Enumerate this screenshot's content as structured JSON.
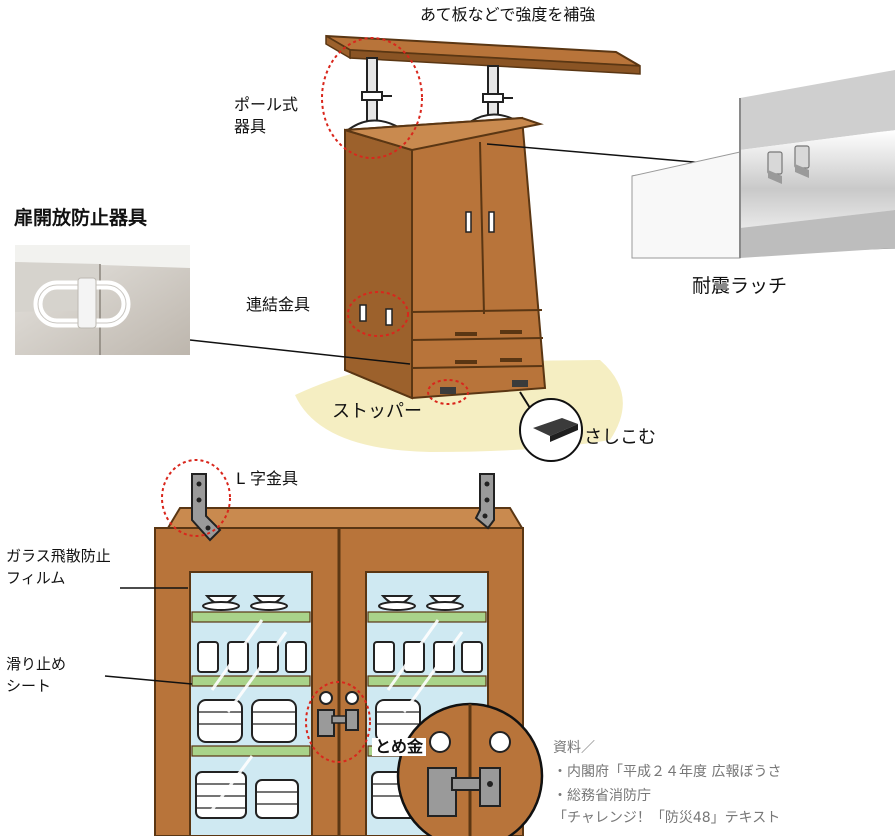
{
  "labels": {
    "reinforce": "あて板などで強度を補強",
    "pole_line1": "ポール式",
    "pole_line2": "器具",
    "door_stopper": "扉開放防止器具",
    "connector": "連結金具",
    "stopper": "ストッパー",
    "insert": "さしこむ",
    "latch": "耐震ラッチ",
    "l_bracket": "L 字金具",
    "glass_film_line1": "ガラス飛散防止",
    "glass_film_line2": "フィルム",
    "anti_slip_line1": "滑り止め",
    "anti_slip_line2": "シート",
    "clasp": "とめ金"
  },
  "source": {
    "heading": "資料／",
    "line1": "・内閣府「平成２４年度 広報ぼうさ",
    "line2": "・総務省消防庁",
    "line3": "「チャレンジ！「防災48」テキスト"
  },
  "colors": {
    "wood": "#b8743a",
    "wood_dark": "#8a5424",
    "floor": "#f5eec2",
    "glass": "#cfe9f2",
    "anti_slip": "#a9d38a",
    "dotted_circle": "#d9261c"
  }
}
